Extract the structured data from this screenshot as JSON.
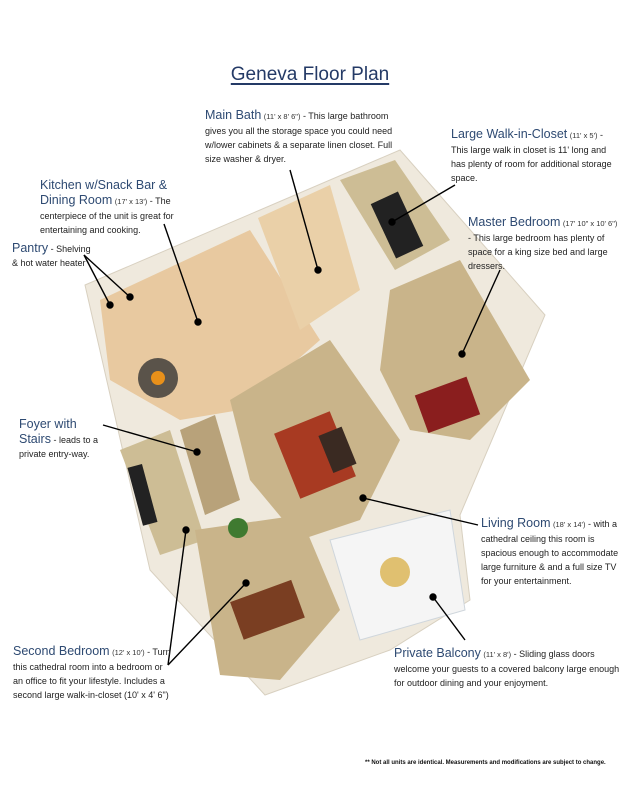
{
  "title": "Geneva Floor Plan",
  "callouts": {
    "main_bath": {
      "name": "Main Bath",
      "dims": "(11' x 8' 6\")",
      "desc": " -  This large bathroom gives you all the storage space you could need w/lower cabinets & a separate linen closet.   Full size washer & dryer."
    },
    "walk_in_closet": {
      "name": "Large Walk-in-Closet",
      "dims": "(11' x 5')",
      "desc": " - This large walk in closet is 11' long and has plenty of room for additional storage space."
    },
    "master_bedroom": {
      "name": "Master Bedroom",
      "dims": "(17' 10\" x 10' 6\")",
      "desc": " - This large bedroom has plenty of space for a king size bed and large dressers."
    },
    "kitchen": {
      "name": "Kitchen w/Snack Bar & Dining Room",
      "dims": "(17' x 13')",
      "desc": " - The centerpiece of the unit is great for entertaining and cooking."
    },
    "pantry": {
      "name": "Pantry",
      "dims": "",
      "desc": " - Shelving & hot water heater"
    },
    "foyer": {
      "name": "Foyer with Stairs",
      "dims": "",
      "desc": " - leads to a private entry-way."
    },
    "living_room": {
      "name": "Living Room",
      "dims": "(18' x 14')",
      "desc": " - with a cathedral ceiling this room is spacious enough to accommodate large furniture & and a full size TV for your entertainment."
    },
    "second_bedroom": {
      "name": "Second Bedroom",
      "dims": "(12' x 10')",
      "desc": " - Turn this cathedral room into a bedroom or an office to fit your lifestyle. Includes a second large walk-in-closet (10' x 4' 6\")"
    },
    "balcony": {
      "name": "Private Balcony",
      "dims": "(11' x 8')",
      "desc": " -  Sliding glass doors welcome your guests to a covered balcony large enough for outdoor dining and your enjoyment."
    }
  },
  "disclaimer": "** Not all units are identical.  Measurements and modifications are subject to change.",
  "colors": {
    "title": "#243a66",
    "label": "#2e4a72",
    "floor_wood": "#e8c9a0",
    "carpet": "#c9b48a",
    "wall": "#f3efe6",
    "rug": "#a83a22",
    "bed_red": "#8a1e1e"
  }
}
